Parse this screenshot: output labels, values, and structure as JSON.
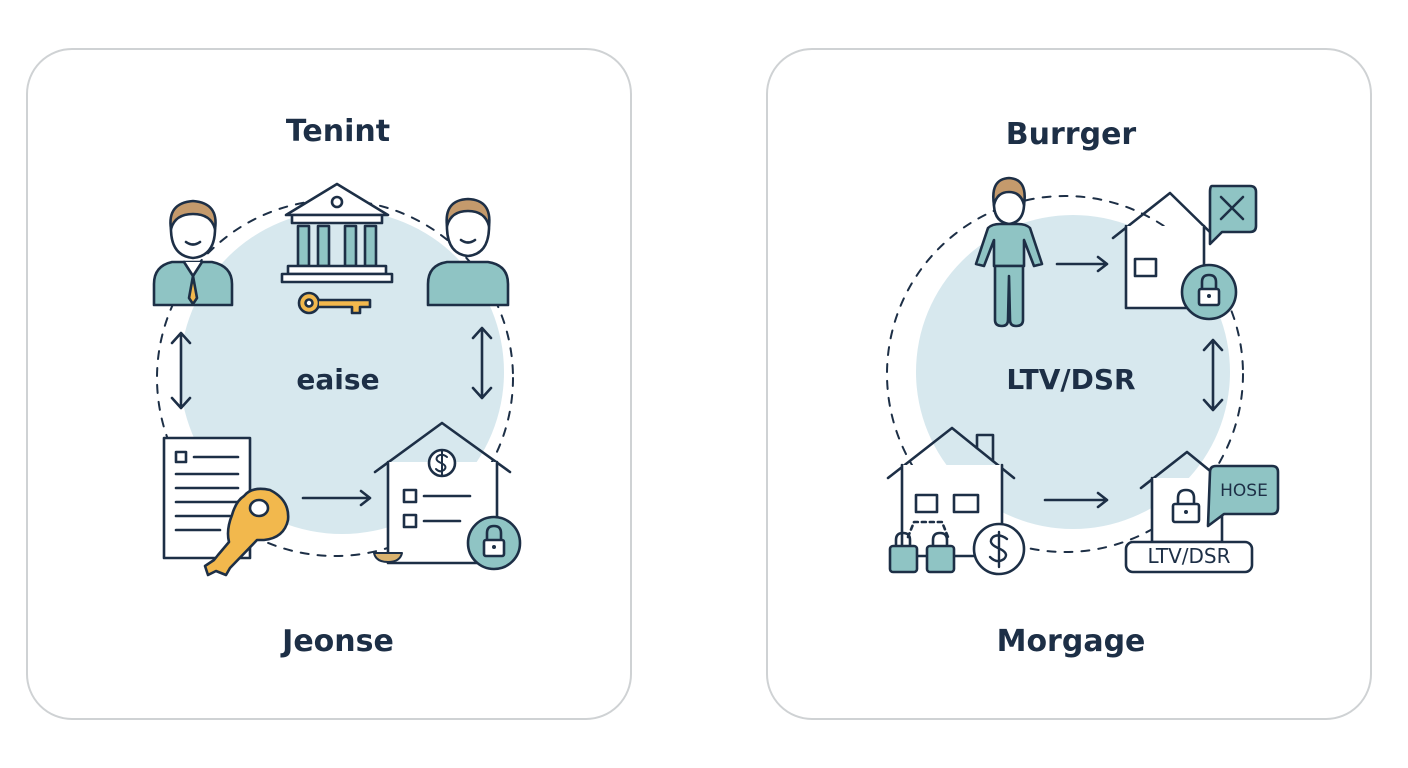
{
  "colors": {
    "ink": "#1d2f46",
    "teal": "#8fc4c4",
    "circle_fill": "#d7e8ee",
    "gold": "#f2b84d",
    "card_border": "#cfd2d4"
  },
  "left_panel": {
    "title": "Tenint",
    "center_label": "eaise",
    "footer": "Jeonse",
    "icons": [
      "businessman-icon",
      "bank-icon",
      "key-icon",
      "person-icon",
      "document-icon",
      "key-icon",
      "house-icon",
      "dollar-icon",
      "lock-icon",
      "scale-icon"
    ]
  },
  "right_panel": {
    "title": "Burrger",
    "center_label": "LTV/DSR",
    "footer": "Morgage",
    "badge_text": "HOSE",
    "tag_text": "LTV/DSR",
    "icons": [
      "standing-person-icon",
      "house-icon",
      "close-bubble-icon",
      "lock-icon",
      "house-icon",
      "dollar-icon",
      "lock-icon",
      "house-icon",
      "speech-bubble-icon",
      "tag-icon"
    ]
  }
}
